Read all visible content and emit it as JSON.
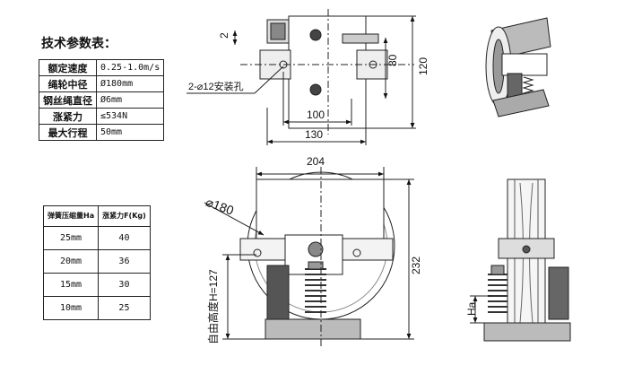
{
  "title": "技术参数表：",
  "spec_table": [
    {
      "label": "额定速度",
      "value": "0.25-1.0m/s"
    },
    {
      "label": "绳轮中径",
      "value": "Ø180mm"
    },
    {
      "label": "钢丝绳直径",
      "value": "Ø6mm"
    },
    {
      "label": "涨紧力",
      "value": "≤534N"
    },
    {
      "label": "最大行程",
      "value": "50mm"
    }
  ],
  "spring_table": {
    "headers": [
      "弹簧压缩量Ha",
      "涨紧力F(Kg)"
    ],
    "rows": [
      {
        "ha": "25mm",
        "f": "40"
      },
      {
        "ha": "20mm",
        "f": "36"
      },
      {
        "ha": "15mm",
        "f": "30"
      },
      {
        "ha": "10mm",
        "f": "25"
      }
    ]
  },
  "top_view": {
    "dim_2": "2",
    "dim_80": "80",
    "dim_120": "120",
    "dim_100": "100",
    "dim_130": "130",
    "hole_label": "2-⌀12安装孔"
  },
  "front_view": {
    "dim_204": "204",
    "dim_180": "⌀180",
    "dim_232": "232",
    "height_label": "自由高度H=127"
  },
  "side_view": {
    "dim_ha": "Ha"
  }
}
